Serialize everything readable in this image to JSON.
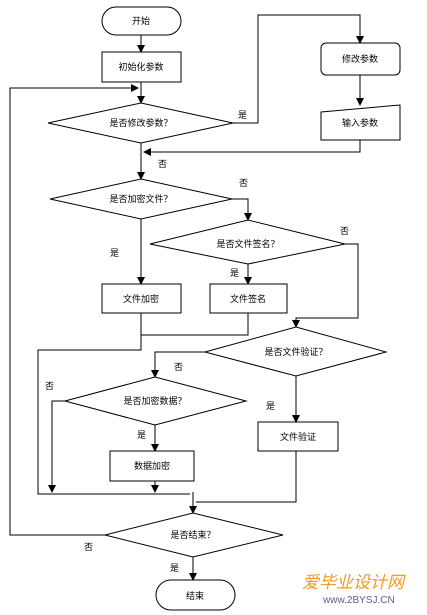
{
  "nodes": {
    "start": "开始",
    "init": "初始化参数",
    "q_modify": "是否修改参数？",
    "modify": "修改参数",
    "input": "输入参数",
    "q_encrypt_file": "是否加密文件？",
    "q_sign_file": "是否文件签名？",
    "encrypt_file": "文件加密",
    "sign_file": "文件签名",
    "q_verify_file": "是否文件验证？",
    "q_encrypt_data": "是否加密数据？",
    "verify_file": "文件验证",
    "encrypt_data": "数据加密",
    "q_end": "是否结束？",
    "end": "结束"
  },
  "edge_labels": {
    "yes": "是",
    "no": "否"
  },
  "watermark": {
    "text": "爱毕业设计网",
    "url": "www.2BYSJ.CN"
  }
}
